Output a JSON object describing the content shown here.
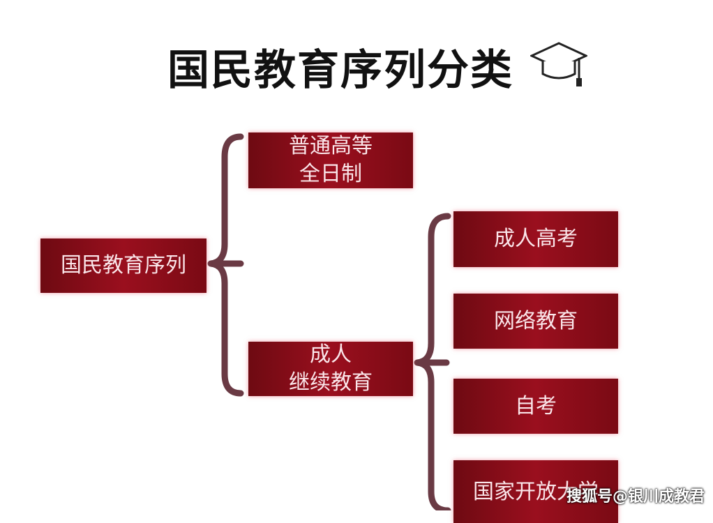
{
  "title": "国民教育序列分类",
  "root": "国民教育序列",
  "level1": [
    {
      "line1": "普通高等",
      "line2": "全日制"
    },
    {
      "line1": "成人",
      "line2": "继续教育"
    }
  ],
  "level2": [
    "成人高考",
    "网络教育",
    "自考",
    "国家开放大学"
  ],
  "watermark": "搜狐号@银川成教君",
  "colors": {
    "box": "#8a0c18",
    "brace": "#6a3a44",
    "text": "#fbe6ea"
  }
}
